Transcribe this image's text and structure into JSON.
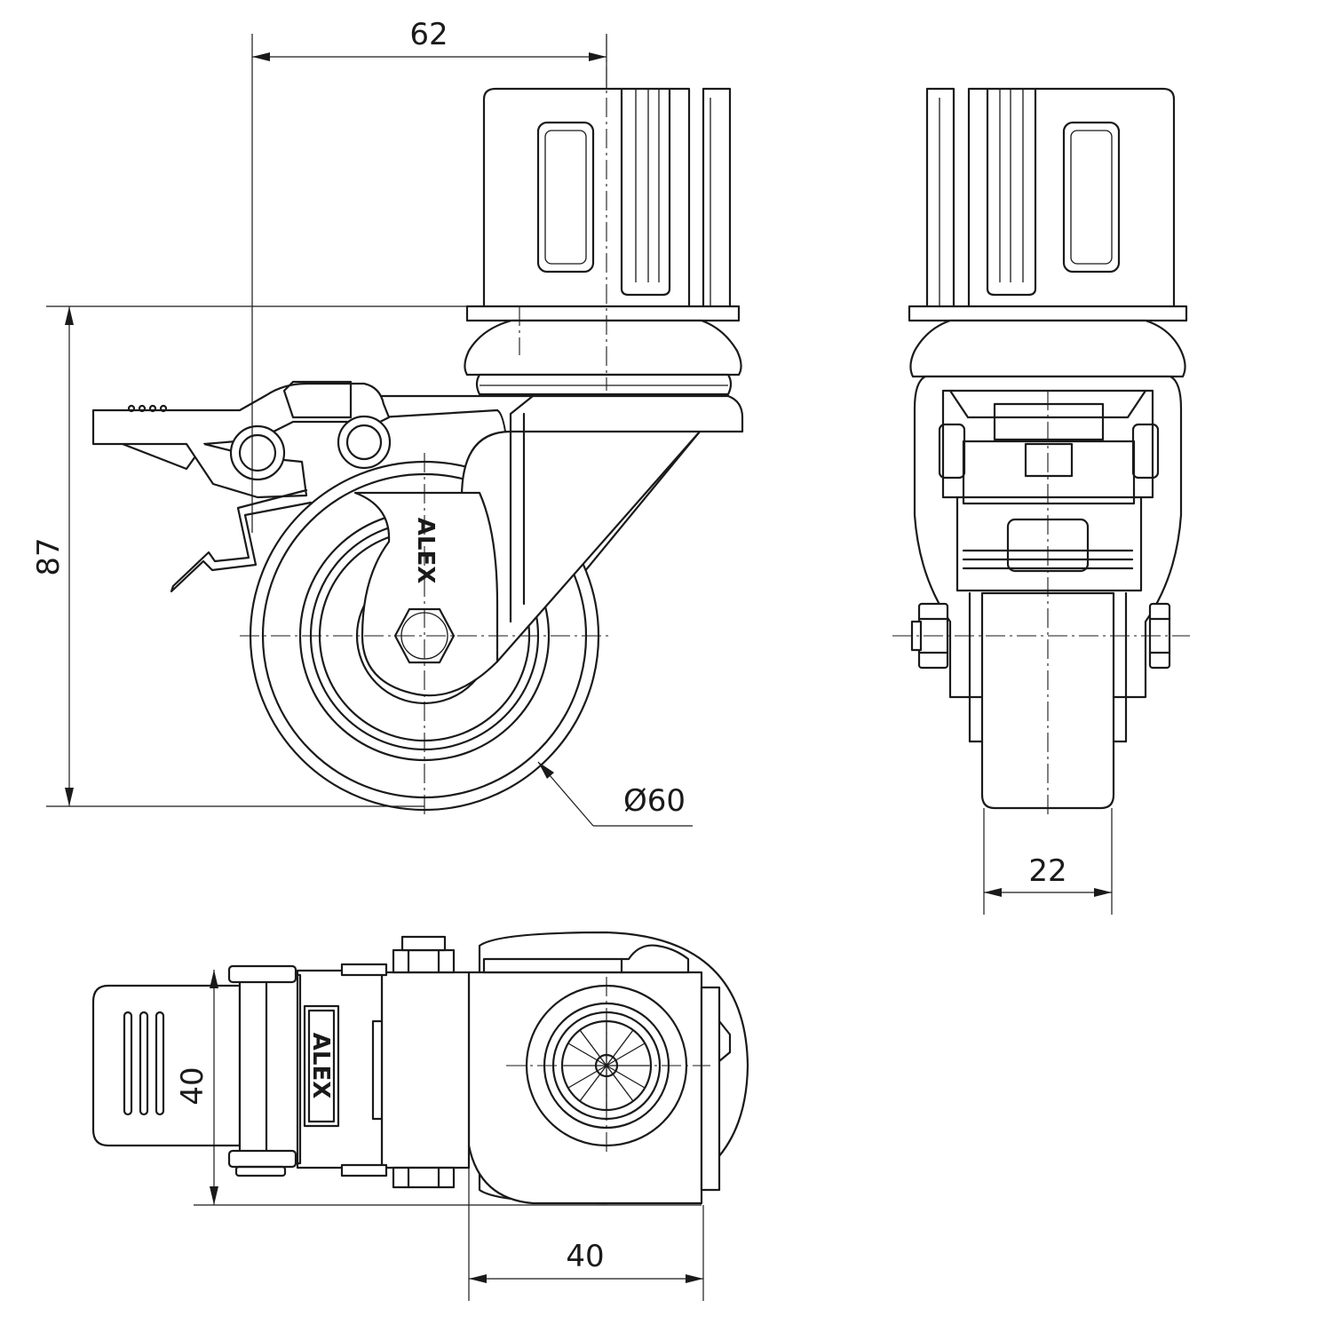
{
  "dimensions": {
    "width_top": "62",
    "height_total": "87",
    "wheel_diameter": "Ø60",
    "wheel_width": "22",
    "plan_depth": "40",
    "plan_offset": "40"
  },
  "logo": {
    "text": "ALEX"
  }
}
